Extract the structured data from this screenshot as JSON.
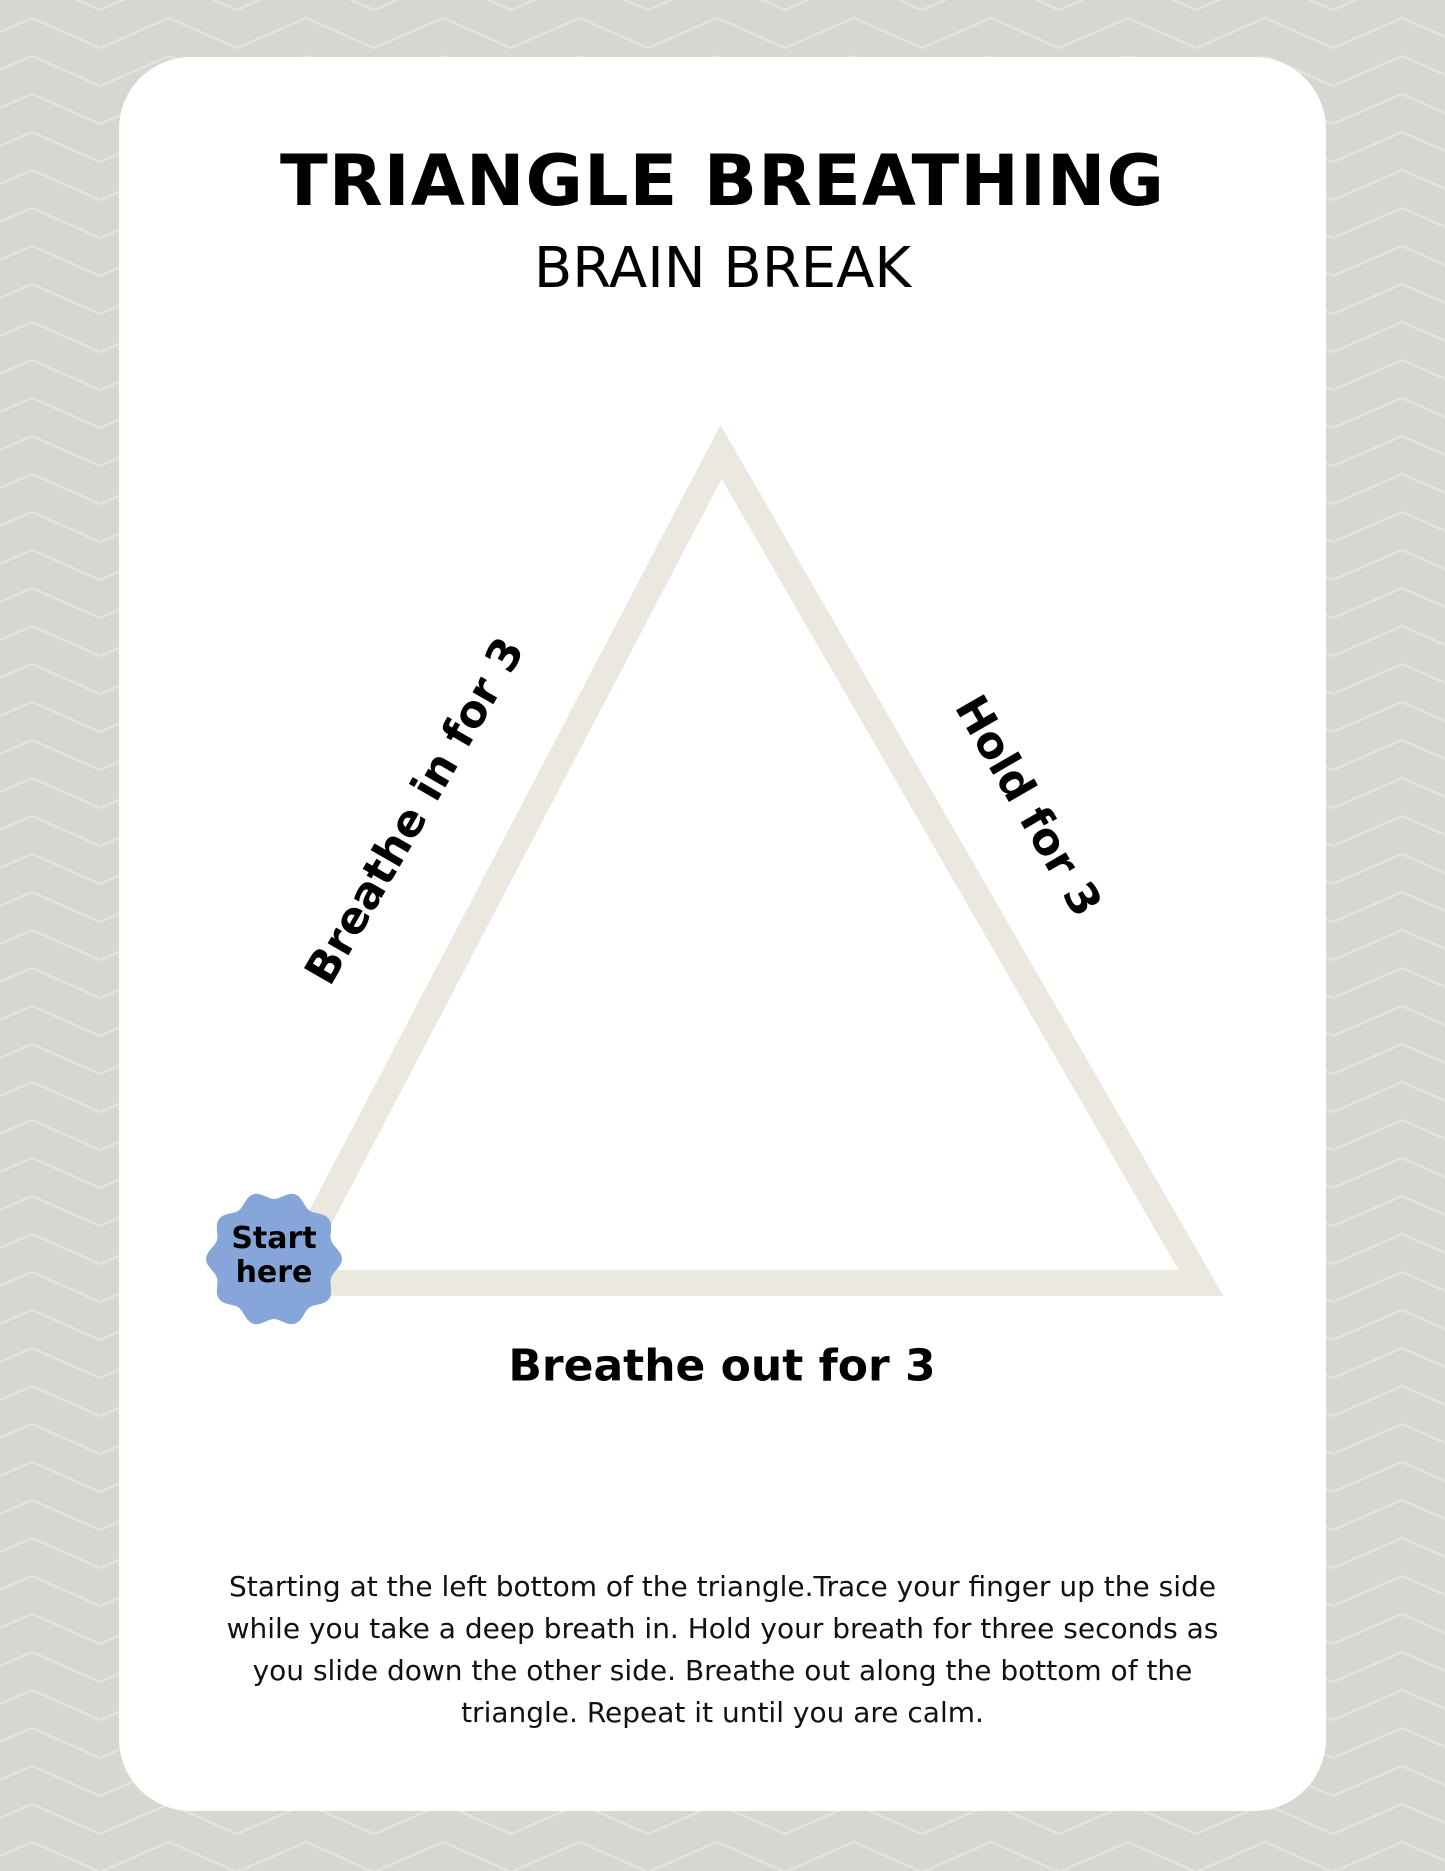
{
  "title": "TRIANGLE BREATHING",
  "subtitle": "BRAIN BREAK",
  "labels": {
    "left": "Breathe in for 3",
    "right": "Hold for 3",
    "bottom": "Breathe out for 3"
  },
  "badge": "Start here",
  "instructions": "Starting at the left bottom of the triangle.Trace your finger up the side while you take a deep breath in. Hold your breath for three seconds as you slide down the other side. Breathe out along the bottom of the triangle. Repeat it until you are calm.",
  "colors": {
    "background": "#d7d6d1",
    "triangle": "#ebe8e0",
    "badge": "#86a6d9"
  }
}
